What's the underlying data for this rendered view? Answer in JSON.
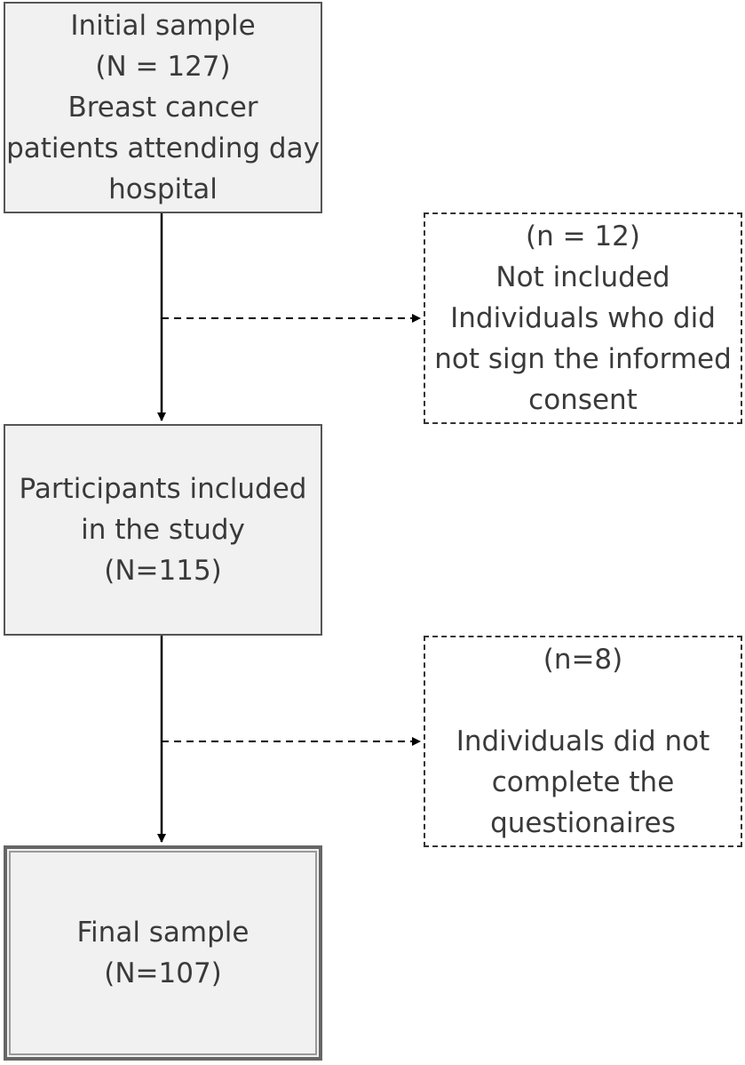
{
  "boxes": {
    "initial": [
      "Initial sample",
      "(N = 127)",
      "Breast cancer",
      "patients attending day",
      "hospital"
    ],
    "excluded_1": [
      "(n = 12)",
      "Not included",
      "Individuals who did",
      "not sign the informed",
      "consent"
    ],
    "included": [
      "Participants included",
      "in the study",
      "(N=115)"
    ],
    "excluded_2_count": "(n=8)",
    "excluded_2": [
      "Individuals did not",
      "complete the",
      "questionaires"
    ],
    "final": [
      "Final sample",
      "(N=107)"
    ]
  }
}
